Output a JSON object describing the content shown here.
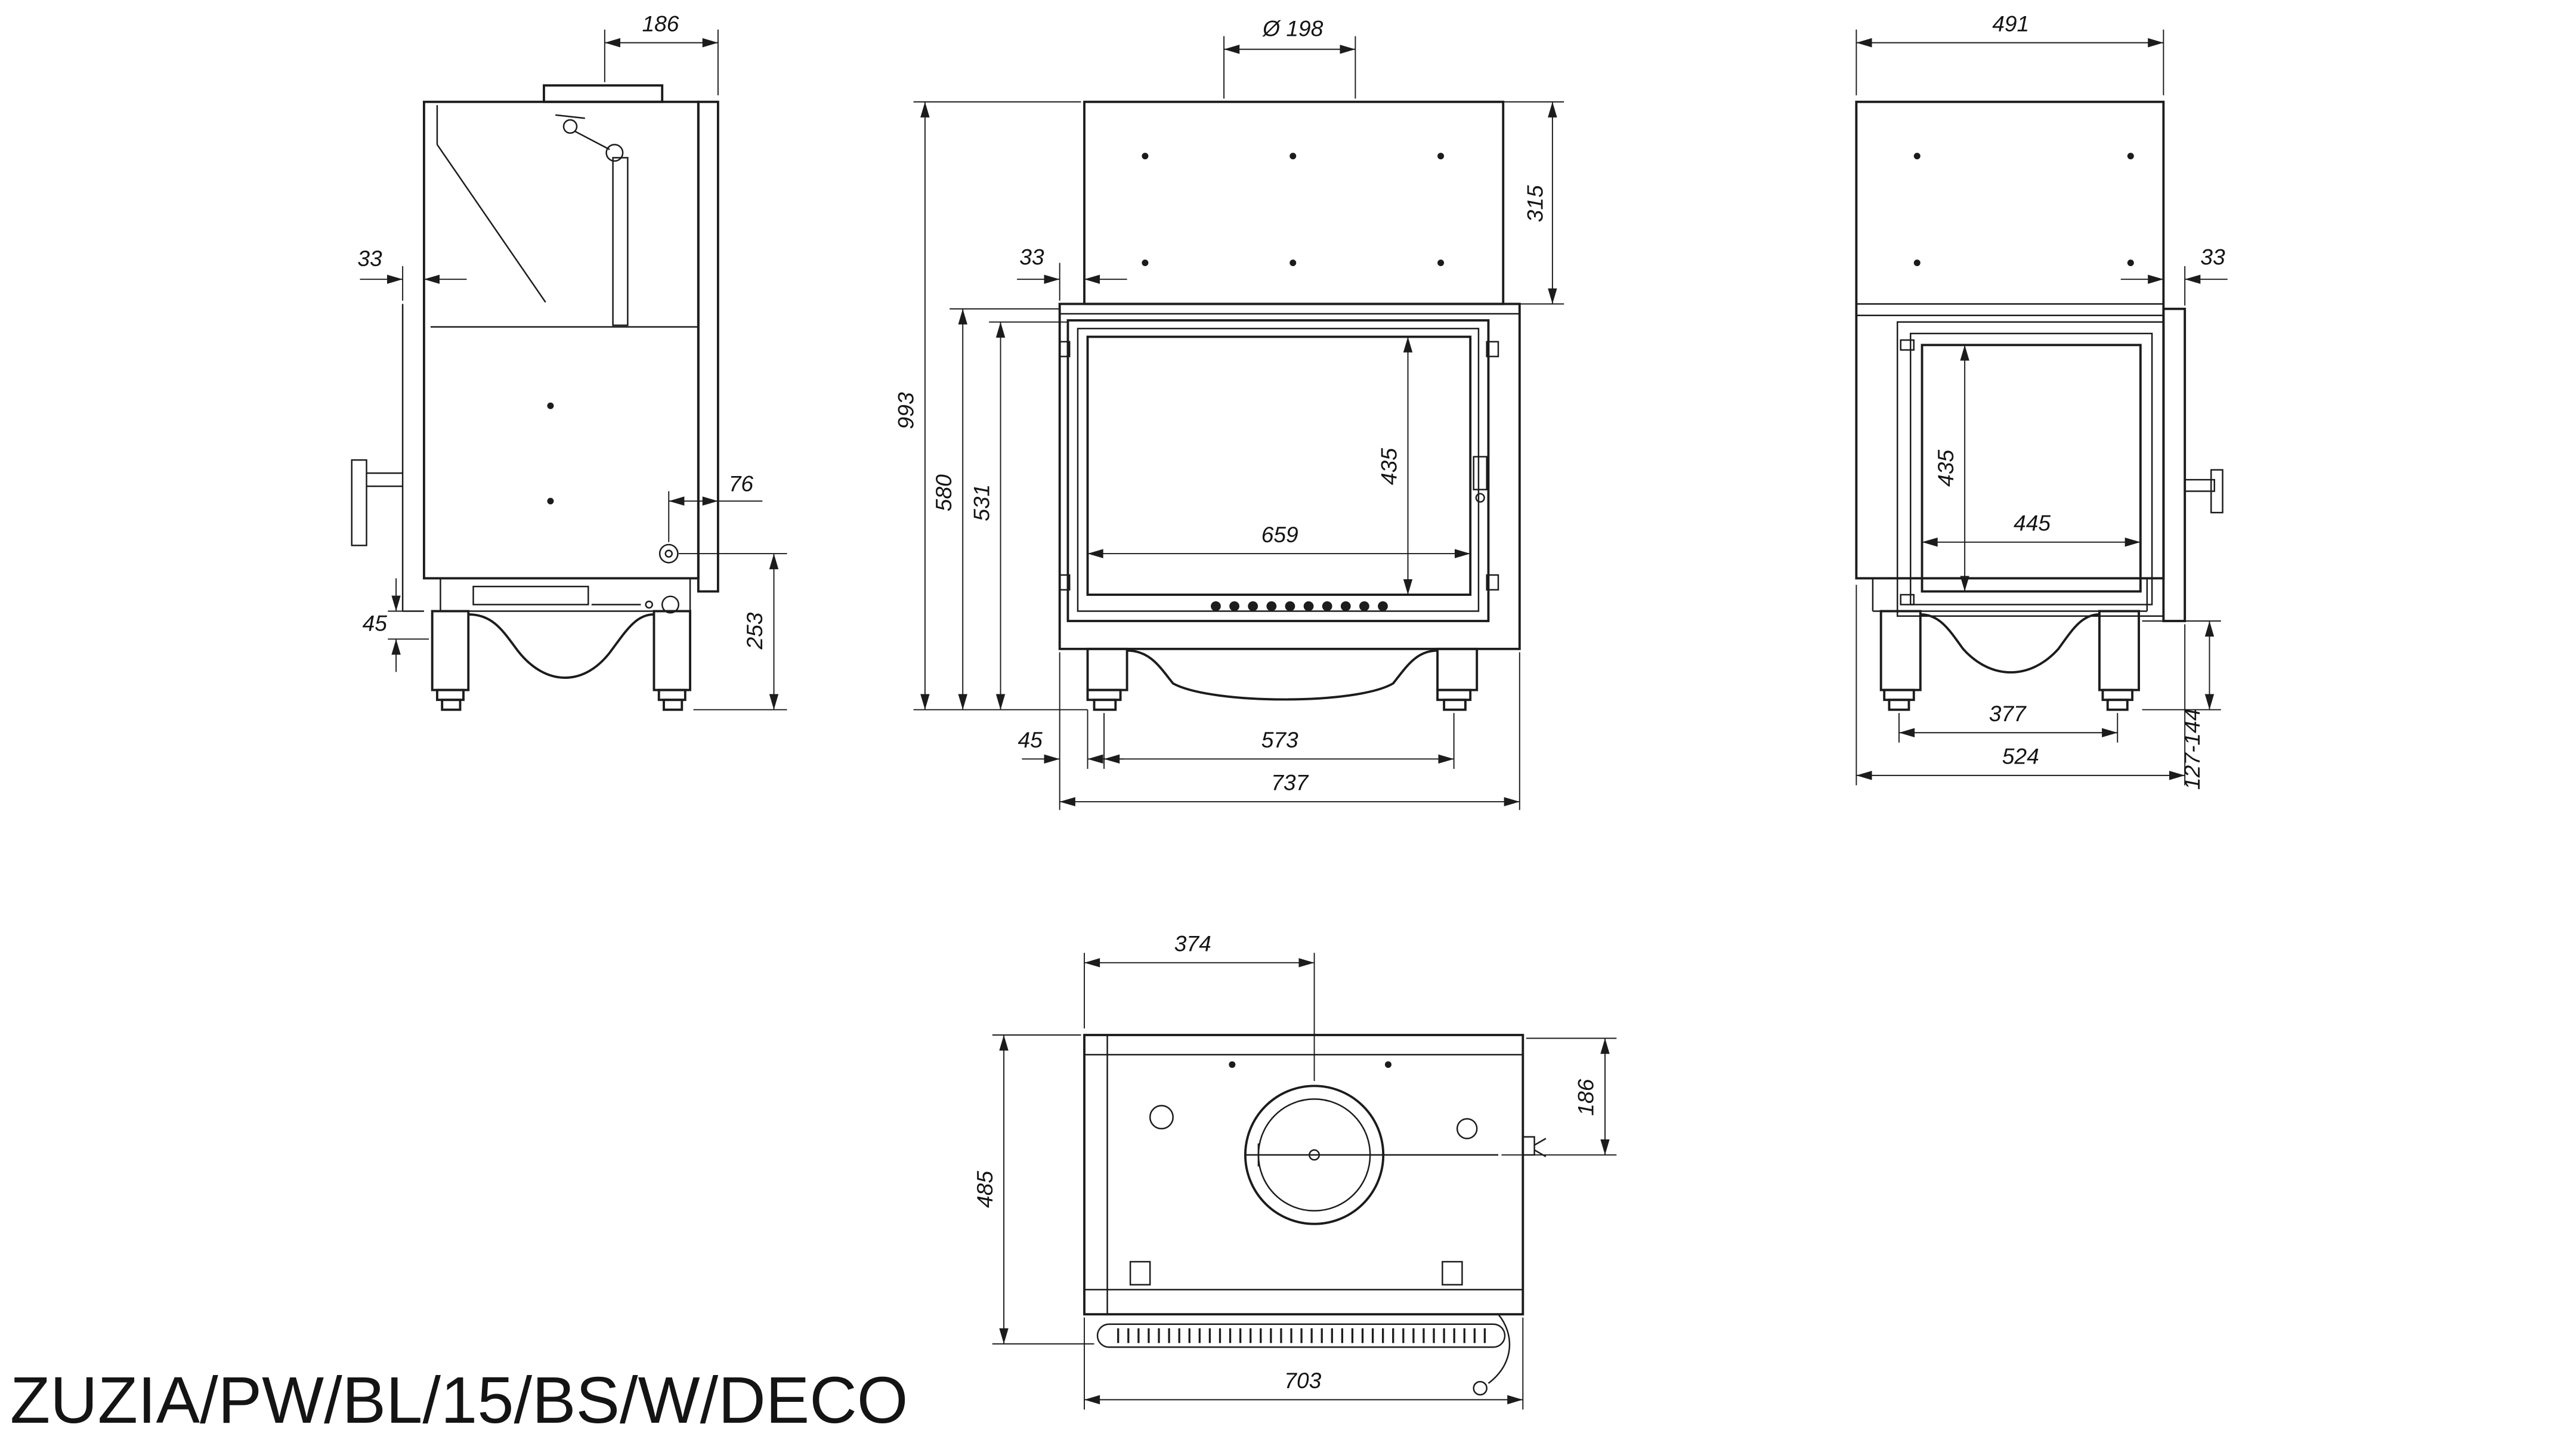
{
  "title": "ZUZIA/PW/BL/15/BS/W/DECO",
  "views": {
    "side_left": {
      "dims": {
        "top_depth": "186",
        "wall_offset": "33",
        "outlet_offset": "76",
        "base_height": "45",
        "outlet_height": "253"
      }
    },
    "front": {
      "dims": {
        "flue_diameter": "Ø 198",
        "shield_height": "315",
        "wall_offset": "33",
        "total_height": "993",
        "body_height": "580",
        "door_height": "531",
        "glass_height": "435",
        "glass_width": "659",
        "leg_inset": "45",
        "leg_spacing": "573",
        "total_width": "737"
      }
    },
    "side_right": {
      "dims": {
        "total_depth": "491",
        "frame_offset": "33",
        "glass_height": "435",
        "glass_width": "445",
        "leg_spacing": "377",
        "base_depth": "524",
        "foot_height_range": "127-144"
      }
    },
    "top": {
      "dims": {
        "flue_center_offset": "374",
        "rod_offset": "186",
        "depth": "485",
        "width": "703"
      }
    }
  }
}
